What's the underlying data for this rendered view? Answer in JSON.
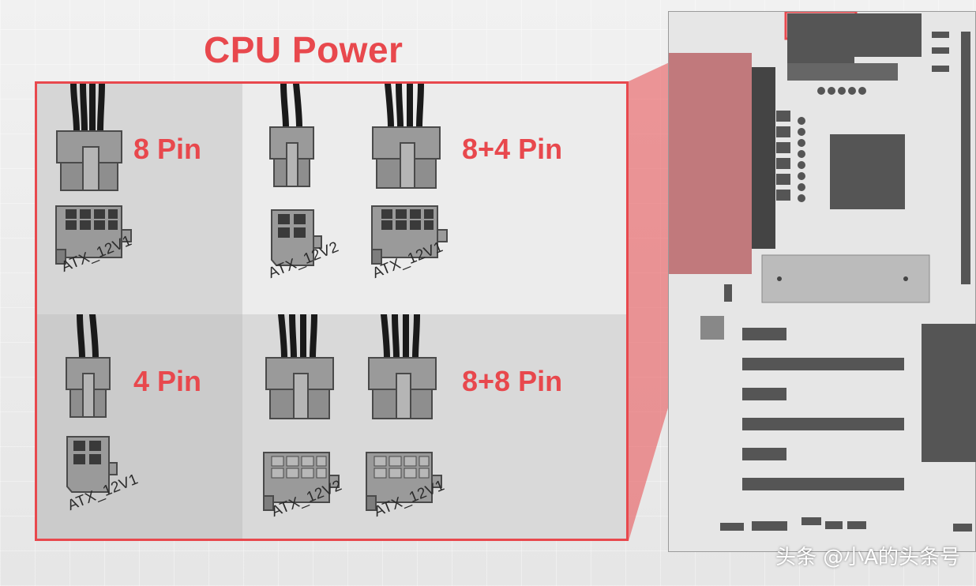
{
  "title": "CPU Power",
  "connectors": {
    "eight_pin": {
      "label": "8 Pin",
      "tag": "ATX_12V1"
    },
    "eight_plus_four": {
      "label": "8+4 Pin",
      "tag_left": "ATX_12V2",
      "tag_right": "ATX_12V1"
    },
    "four_pin": {
      "label": "4 Pin",
      "tag": "ATX_12V1"
    },
    "eight_plus_eight": {
      "label": "8+8 Pin",
      "tag_left": "ATX_12V2",
      "tag_right": "ATX_12V1"
    }
  },
  "watermark": "头条 @小A的头条号",
  "colors": {
    "accent": "#e8484d",
    "connector": "#9a9a9a",
    "cable": "#1a1a1a"
  }
}
